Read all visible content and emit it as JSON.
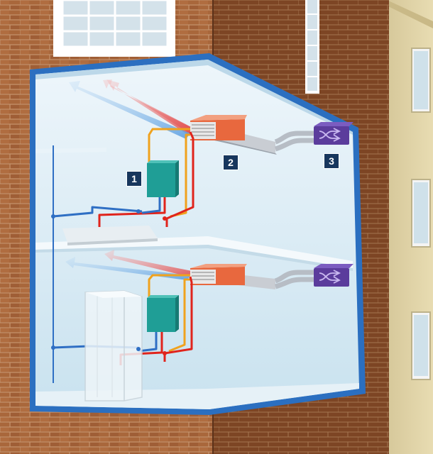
{
  "callouts": [
    {
      "number": "1"
    },
    {
      "number": "2"
    },
    {
      "number": "3"
    }
  ],
  "colors": {
    "brick": "#a9673b",
    "brick_dark": "#7d4524",
    "frame_blue": "#2b6fc0",
    "room_light": "#d9ecf5",
    "pipe_red": "#e0241c",
    "pipe_orange": "#f0a21e",
    "pipe_blue": "#2f6fc4",
    "boiler_teal": "#1f9e96",
    "hrv_purple": "#5b3c9c",
    "unit_orange": "#e8683e",
    "badge_navy": "#17365d"
  },
  "icons": [
    "window-icon",
    "boiler-icon",
    "ventilation-unit-icon",
    "heat-exchanger-icon",
    "shower-cabin-icon",
    "sink-icon"
  ]
}
